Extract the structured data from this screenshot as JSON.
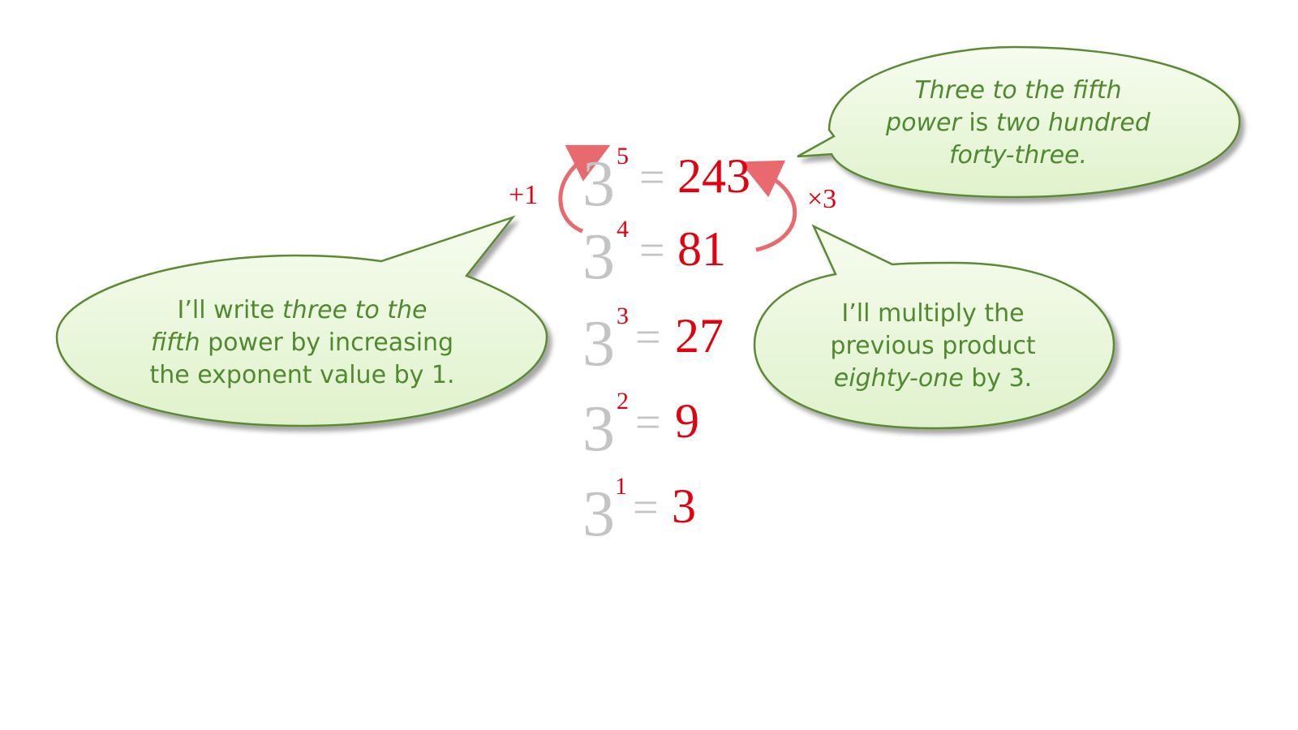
{
  "equations": [
    {
      "base": "3",
      "exponent": "5",
      "equals": "=",
      "result": "243"
    },
    {
      "base": "3",
      "exponent": "4",
      "equals": "=",
      "result": "81"
    },
    {
      "base": "3",
      "exponent": "3",
      "equals": "=",
      "result": "27"
    },
    {
      "base": "3",
      "exponent": "2",
      "equals": "=",
      "result": "9"
    },
    {
      "base": "3",
      "exponent": "1",
      "equals": "=",
      "result": "3"
    }
  ],
  "steps": {
    "exponent_step": "+1",
    "multiply_step": "×3"
  },
  "bubbles": {
    "top_right": {
      "line1": "Three to the fifth",
      "line2_italic": "power",
      "line2_rest": " is ",
      "line2_italic2": "two hundred",
      "line3": "forty-three."
    },
    "left": {
      "line1_plain": "I’ll write ",
      "line1_italic": "three to the",
      "line2_italic": "fifth",
      "line2_plain": " power by increasing",
      "line3": "the exponent value by 1."
    },
    "right": {
      "line1": "I’ll multiply the",
      "line2": "previous product",
      "line3_italic": "eighty-one",
      "line3_plain": " by 3."
    }
  },
  "colors": {
    "bubble_fill": "#eaf7dc",
    "bubble_stroke": "#5a8a32",
    "bubble_text": "#4f8a2e",
    "accent_red": "#e3000f",
    "gray": "#c4c4c4",
    "arrow": "#e8696e"
  }
}
